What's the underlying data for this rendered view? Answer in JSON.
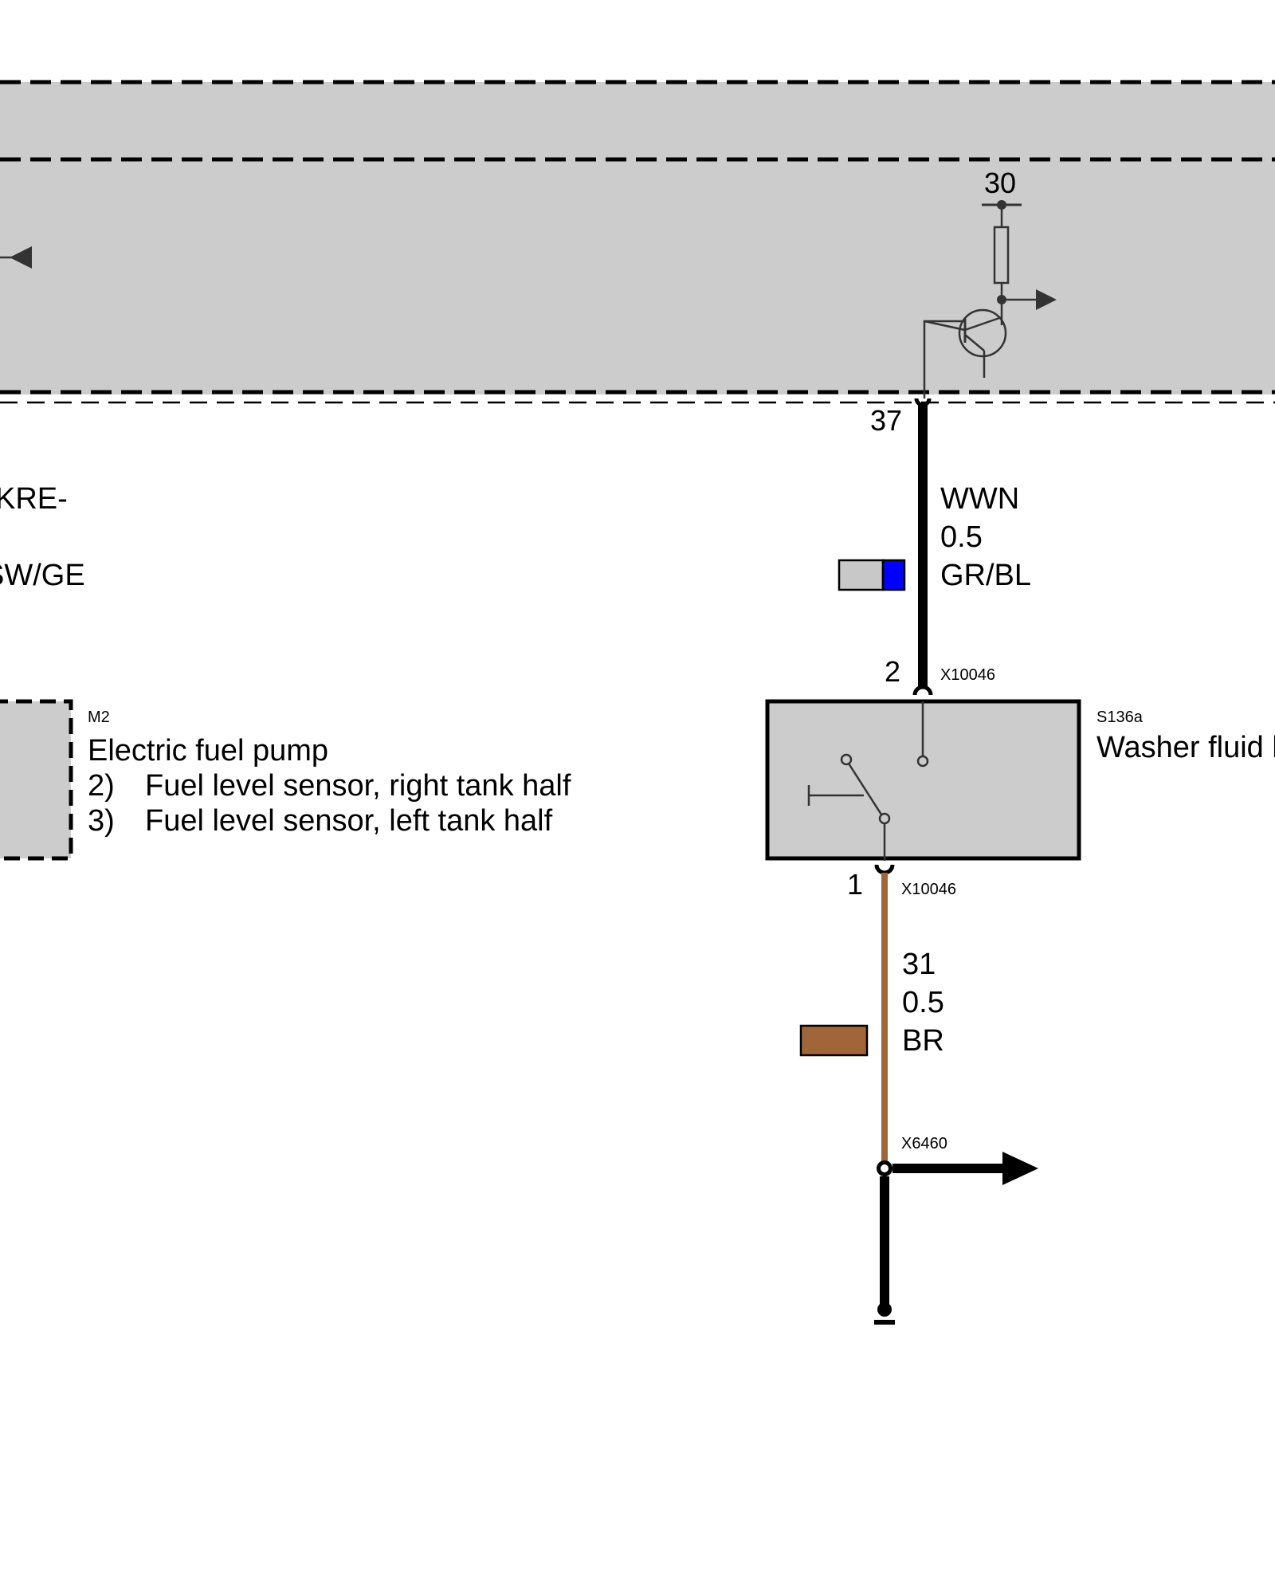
{
  "module": {
    "supply_terminal": "30",
    "pin": "37",
    "left_partial_label_1": "KRE-",
    "left_partial_label_2": "SW/GE"
  },
  "wire_top": {
    "circuit": "WWN",
    "cross_section": "0.5",
    "color_code": "GR/BL",
    "color_primary": "#c8c8c8",
    "color_stripe": "#0000ff"
  },
  "switch": {
    "id": "S136a",
    "name": "Washer fluid l",
    "pin_top": "2",
    "connector_top": "X10046",
    "pin_bottom": "1",
    "connector_bottom": "X10046"
  },
  "wire_bottom": {
    "circuit": "31",
    "cross_section": "0.5",
    "color_code": "BR",
    "color": "#a0663a"
  },
  "splice": {
    "id": "X6460"
  },
  "fuel_pump": {
    "id": "M2",
    "title": "Electric fuel pump",
    "items": [
      {
        "num": "2)",
        "text": "Fuel level sensor, right tank half"
      },
      {
        "num": "3)",
        "text": "Fuel level sensor, left tank half"
      }
    ]
  },
  "colors": {
    "module_fill": "#cccccc",
    "ground_wire": "#000000",
    "signal_wire": "#000000"
  }
}
